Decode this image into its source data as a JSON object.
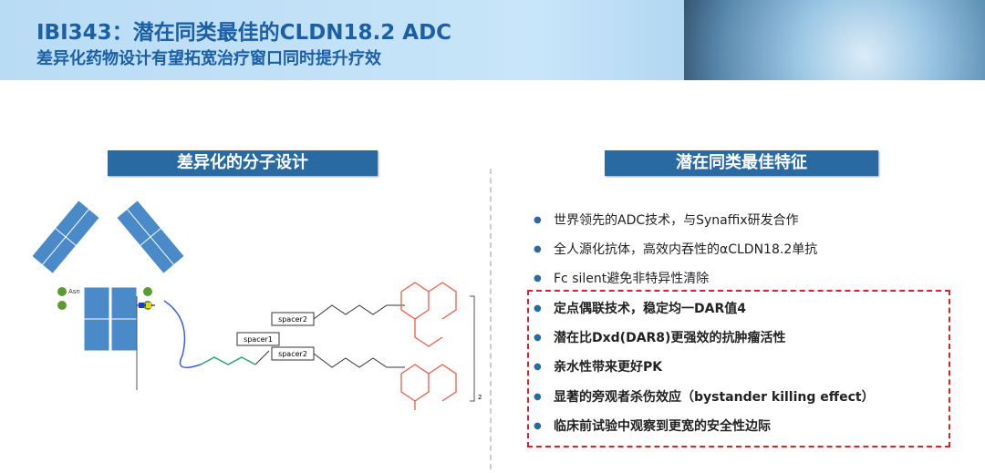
{
  "header": {
    "title": "IBI343：潜在同类最佳的CLDN18.2 ADC",
    "subtitle": "差异化药物设计有望拓宽治疗窗口同时提升疗效"
  },
  "left": {
    "heading": "差异化的分子设计",
    "diagram": {
      "asn": "Asn",
      "spacer1": "spacer1",
      "spacer2": "spacer2",
      "multiplier": "2"
    }
  },
  "right": {
    "heading": "潜在同类最佳特征",
    "bullets": [
      {
        "text": "世界领先的ADC技术，与Synaffix研发合作"
      },
      {
        "text": "全人源化抗体，高效内吞性的αCLDN18.2单抗"
      },
      {
        "text": "Fc silent避免非特异性清除"
      },
      {
        "text": "定点偶联技术，稳定均一DAR值4"
      },
      {
        "text": "潜在比Dxd(DAR8)更强效的抗肿瘤活性"
      },
      {
        "text": "亲水性带来更好PK"
      },
      {
        "text": "显著的旁观者杀伤效应（bystander killing effect）"
      },
      {
        "text": "临床前试验中观察到更宽的安全性边际"
      }
    ]
  },
  "colors": {
    "title": "#1b5fa6",
    "box": "#2a6aa3",
    "highlight": "#d9232a",
    "payload": "#f05a4a",
    "linker_blue": "#3b5fe0",
    "linker_green": "#2aa86a"
  }
}
